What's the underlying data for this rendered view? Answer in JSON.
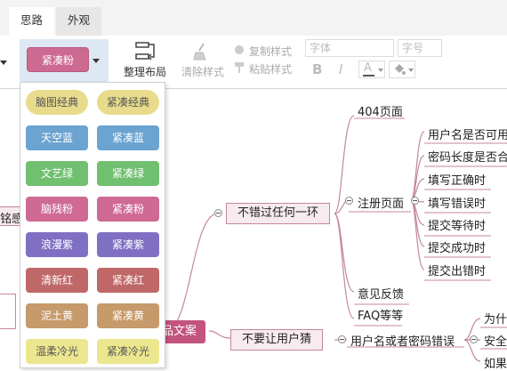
{
  "tabs": [
    {
      "label": "思路"
    },
    {
      "label": "外观"
    }
  ],
  "toolbar": {
    "theme_selected": "紧凑粉",
    "arrange_label": "整理布局",
    "clear_style_label": "清除样式",
    "copy_style_label": "复制样式",
    "paste_style_label": "粘贴样式",
    "font_placeholder": "字体",
    "size_placeholder": "字号",
    "bold_glyph": "B",
    "italic_glyph": "I",
    "font_color_glyph": "A"
  },
  "themes": [
    {
      "label": "脑图经典",
      "bg": "#e8dc8c",
      "style": "pill",
      "text": "#555"
    },
    {
      "label": "紧凑经典",
      "bg": "#e8dc8c",
      "style": "pill",
      "text": "#555"
    },
    {
      "label": "天空蓝",
      "bg": "#6ba3d1",
      "style": "rect",
      "text": "#fff"
    },
    {
      "label": "紧凑蓝",
      "bg": "#6ba3d1",
      "style": "rect",
      "text": "#fff"
    },
    {
      "label": "文艺绿",
      "bg": "#70c070",
      "style": "rect",
      "text": "#fff"
    },
    {
      "label": "紧凑绿",
      "bg": "#70c070",
      "style": "rect",
      "text": "#fff"
    },
    {
      "label": "脑残粉",
      "bg": "#cf6a94",
      "style": "rect",
      "text": "#fff"
    },
    {
      "label": "紧凑粉",
      "bg": "#cf6a94",
      "style": "rect",
      "text": "#fff"
    },
    {
      "label": "浪漫紫",
      "bg": "#8070c4",
      "style": "rect",
      "text": "#fff"
    },
    {
      "label": "紧凑紫",
      "bg": "#8070c4",
      "style": "rect",
      "text": "#fff"
    },
    {
      "label": "清新红",
      "bg": "#c06868",
      "style": "rect",
      "text": "#fff"
    },
    {
      "label": "紧凑红",
      "bg": "#c06868",
      "style": "rect",
      "text": "#fff"
    },
    {
      "label": "泥土黄",
      "bg": "#c69a6a",
      "style": "rect",
      "text": "#fff"
    },
    {
      "label": "紧凑黄",
      "bg": "#c69a6a",
      "style": "rect",
      "text": "#fff"
    },
    {
      "label": "温柔冷光",
      "bg": "#ece68e",
      "style": "rect",
      "text": "#555"
    },
    {
      "label": "紧凑冷光",
      "bg": "#ece68e",
      "style": "rect",
      "text": "#555"
    }
  ],
  "mindmap": {
    "root_partial": "品文案",
    "left_partial_1": "铭感",
    "branch_1": "不错过任何一环",
    "branch_2": "不要让用户猜",
    "b1_children": {
      "c1": "404页面",
      "c2": "注册页面",
      "c3": "意见反馈",
      "c4": "FAQ等等"
    },
    "register_children": [
      "用户名是否可用",
      "密码长度是否合",
      "填写正确时",
      "填写错误时",
      "提交等待时",
      "提交成功时",
      "提交出错时"
    ],
    "b2_children": {
      "c1": "用户名或者密码错误"
    },
    "b2_grandchildren": [
      "为什",
      "安全",
      "如果"
    ]
  },
  "colors": {
    "accent_pink": "#c2547e",
    "branch_line": "#c4879a",
    "node_fill": "#f7ebef",
    "selector_highlight": "#dde8f3"
  }
}
